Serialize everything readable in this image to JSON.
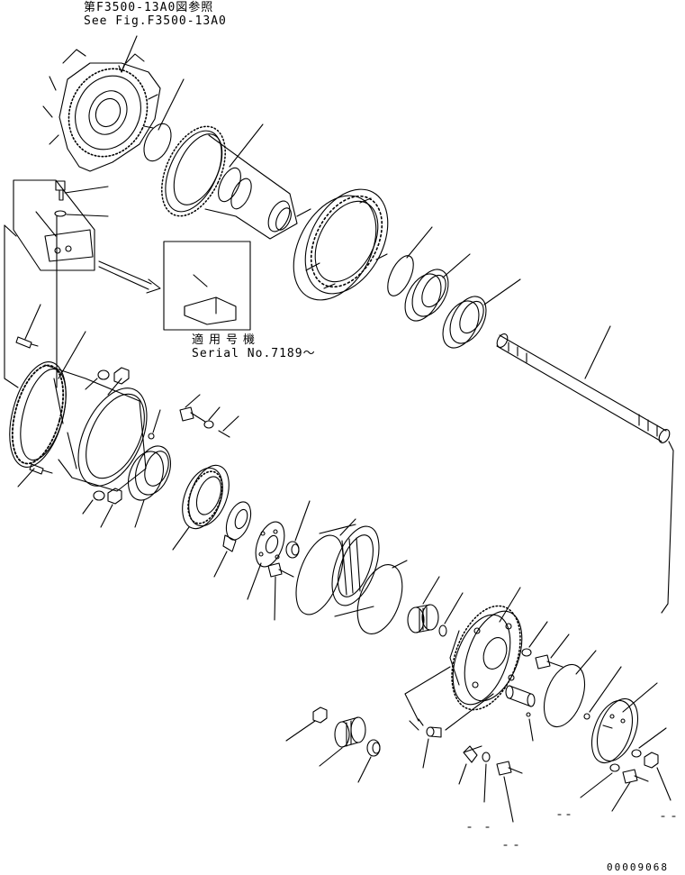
{
  "reference": {
    "japanese": "第F3500-13A0図参照",
    "english": "See Fig.F3500-13A0"
  },
  "serial_note": {
    "japanese": "適用号機",
    "english": "Serial No.7189～"
  },
  "drawing_code": "00009068",
  "colors": {
    "line": "#000000",
    "background": "#ffffff"
  }
}
